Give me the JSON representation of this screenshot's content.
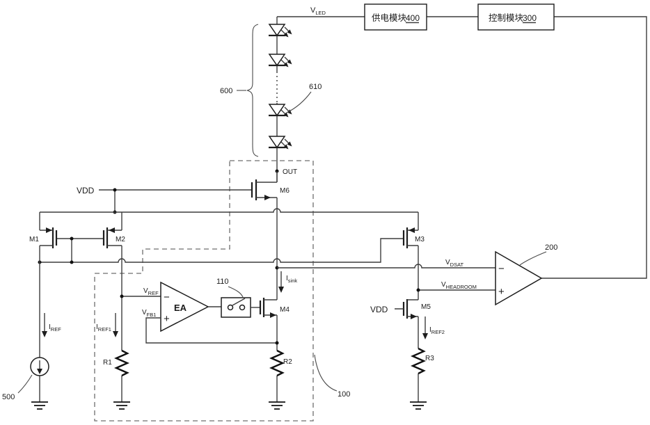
{
  "blocks": {
    "power_module": {
      "label": "供电模块",
      "ref": "400"
    },
    "control_module": {
      "label": "控制模块",
      "ref": "300"
    }
  },
  "nets": {
    "v_led": {
      "base": "V",
      "sub": "LED"
    },
    "out": "OUT",
    "vdd": "VDD",
    "v_ref": {
      "base": "V",
      "sub": "REF"
    },
    "v_fb1": {
      "base": "V",
      "sub": "FB1"
    },
    "v_dsat": {
      "base": "V",
      "sub": "DSAT"
    },
    "v_headroom": {
      "base": "V",
      "sub": "HEADROOM"
    }
  },
  "currents": {
    "i_ref": {
      "base": "I",
      "sub": "REF"
    },
    "i_ref1": {
      "base": "I",
      "sub": "REF1"
    },
    "i_ref2": {
      "base": "I",
      "sub": "REF2"
    },
    "i_sink": {
      "base": "I",
      "sub": "sink"
    }
  },
  "components": {
    "m1": "M1",
    "m2": "M2",
    "m3": "M3",
    "m4": "M4",
    "m5": "M5",
    "m6": "M6",
    "r1": "R1",
    "r2": "R2",
    "r3": "R3",
    "ea": "EA",
    "minus": "−",
    "plus": "+"
  },
  "refs": {
    "led_chain": "600",
    "led_unit": "610",
    "module": "100",
    "switch": "110",
    "comparator": "200",
    "current_source": "500"
  }
}
